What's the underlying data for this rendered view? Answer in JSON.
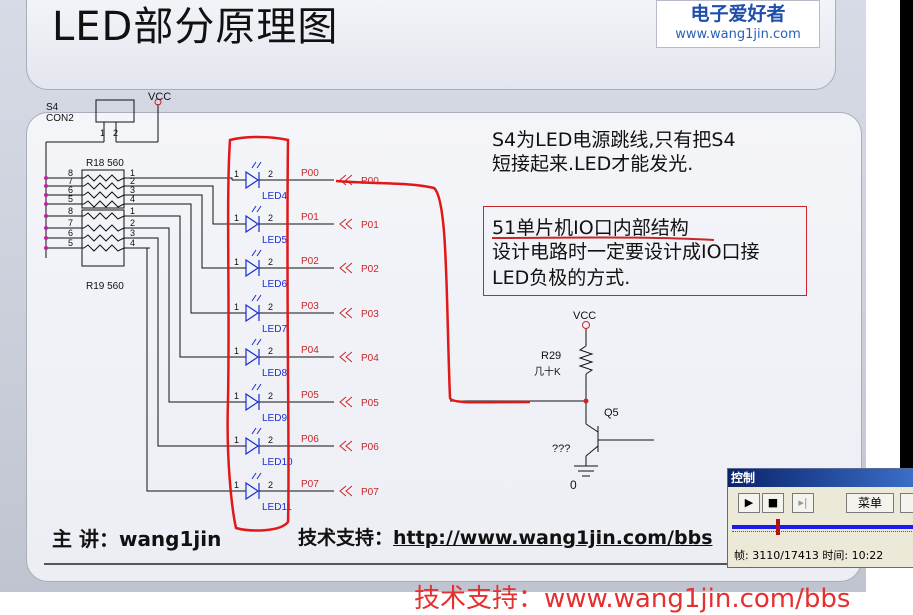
{
  "slide": {
    "title": "LED部分原理图",
    "logo_cn": "电子爱好者",
    "logo_url": "www.wang1jin.com",
    "note1_line1": "S4为LED电源跳线,只有把S4",
    "note1_line2": "短接起来.LED才能发光.",
    "box_line1": "51单片机IO口内部结构",
    "box_line2": "设计电路时一定要设计成IO口接",
    "box_line3": "LED负极的方式.",
    "lecturer": "主 讲：wang1jin",
    "support_label": "技术支持：",
    "support_url": "http://www.wang1jin.com/bbs",
    "bottom_red": "技术支持：www.wang1jin.com/bbs"
  },
  "schematic": {
    "s4_ref": "S4",
    "s4_value": "CON2",
    "vcc_top": "VCC",
    "r18": "R18 560",
    "r19": "R19 560",
    "r29": "R29",
    "r29_value": "几十K",
    "vcc_right": "VCC",
    "q5": "Q5",
    "q_base_note": "???",
    "ground_label": "0",
    "led_refs": [
      "LED4",
      "LED5",
      "LED6",
      "LED7",
      "LED8",
      "LED9",
      "LED10",
      "LED11"
    ],
    "port_nets": [
      "P00",
      "P01",
      "P02",
      "P03",
      "P04",
      "P05",
      "P06",
      "P07"
    ],
    "port_pins": [
      "P00",
      "P01",
      "P02",
      "P03",
      "P04",
      "P05",
      "P06",
      "P07"
    ],
    "resistor_pins_left": [
      "8",
      "7",
      "6",
      "5",
      "8",
      "7",
      "6",
      "5"
    ],
    "resistor_pins_right": [
      "1",
      "2",
      "3",
      "4",
      "1",
      "2",
      "3",
      "4"
    ]
  },
  "control": {
    "title": "控制",
    "menu_label": "菜单",
    "status": "帧: 3110/17413 时间: 10:22"
  }
}
